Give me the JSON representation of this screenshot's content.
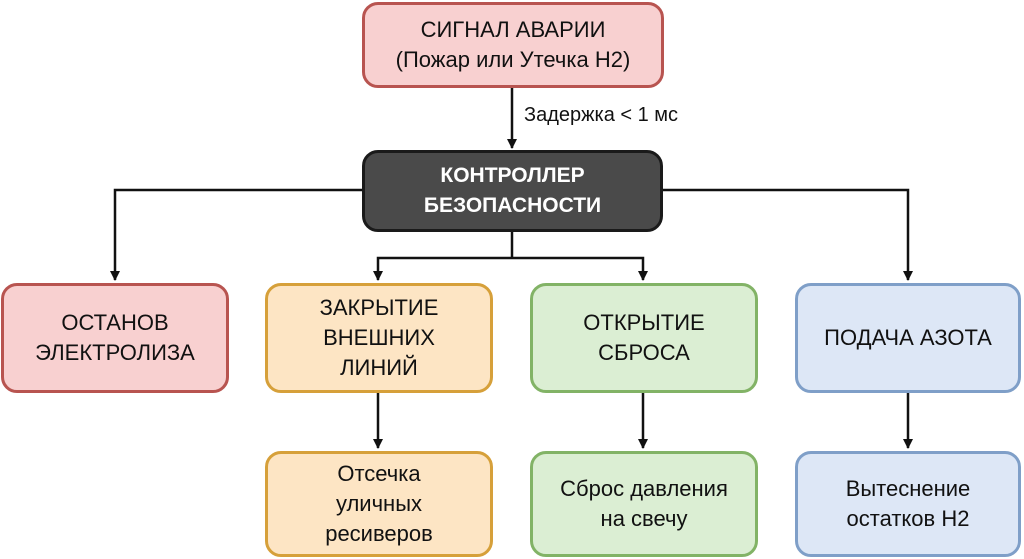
{
  "nodes": {
    "alarm": "СИГНАЛ АВАРИИ\n(Пожар или Утечка Н2)",
    "controller": "КОНТРОЛЛЕР\nБЕЗОПАСНОСТИ",
    "stop": "ОСТАНОВ\nЭЛЕКТРОЛИЗА",
    "close_lines": "ЗАКРЫТИЕ\nВНЕШНИХ\nЛИНИЙ",
    "open_vent": "ОТКРЫТИЕ\nСБРОСА",
    "nitrogen": "ПОДАЧА АЗОТА",
    "cutoff": "Отсечка\nуличных\nресиверов",
    "release": "Сброс давления\nна свечу",
    "purge": "Вытеснение\nостатков Н2"
  },
  "edges": {
    "delay_label": "Задержка < 1 мс"
  },
  "colors": {
    "red_fill": "#f8d0d0",
    "orange_fill": "#fde5c4",
    "green_fill": "#dbeed3",
    "blue_fill": "#dde7f6",
    "dark_fill": "#4a4a4a"
  }
}
